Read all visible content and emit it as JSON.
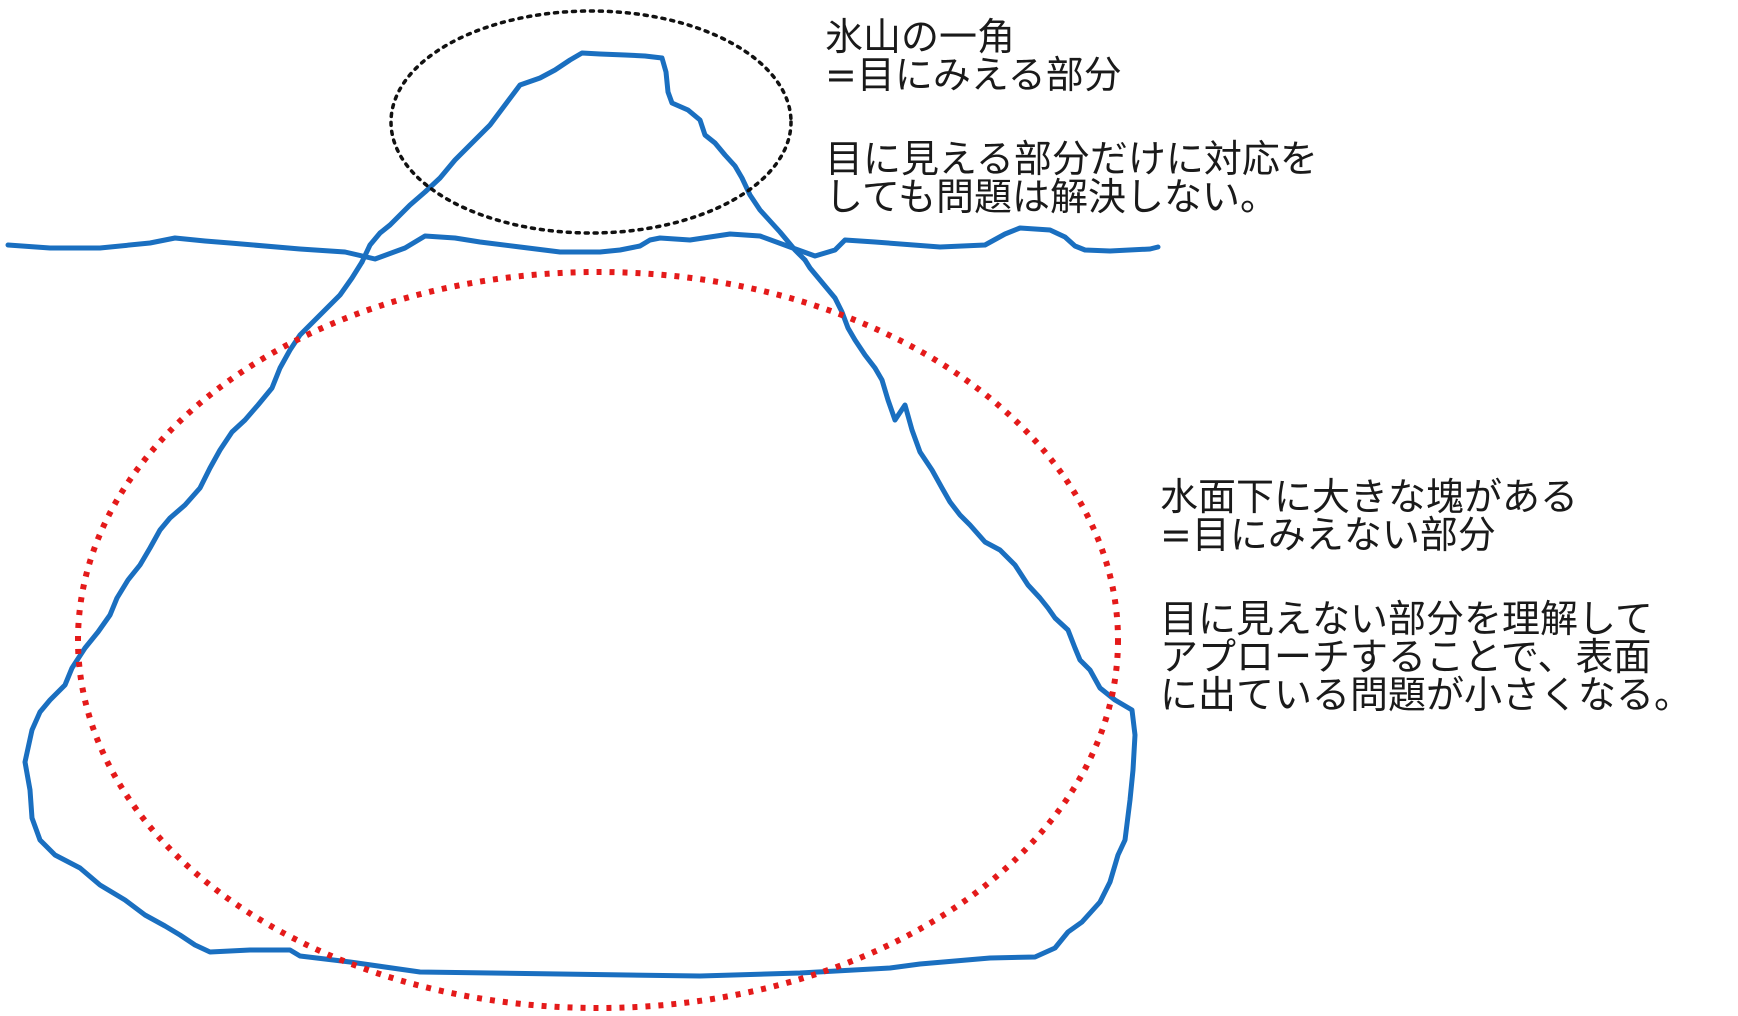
{
  "colors": {
    "iceberg_outline": "#1a6fc0",
    "visible_marker": "#111111",
    "hidden_marker": "#e41a1a",
    "text": "#1a1a1a",
    "background": "#ffffff"
  },
  "callouts": {
    "visible_part": {
      "heading": "氷山の一角",
      "subheading": "=目にみえる部分",
      "body_line_1": "目に見える部分だけに対応を",
      "body_line_2": "しても問題は解決しない。"
    },
    "hidden_part": {
      "heading": "水面下に大きな塊がある",
      "subheading": "=目にみえない部分",
      "body_line_1": "目に見えない部分を理解して",
      "body_line_2": "アプローチすることで、表面",
      "body_line_3": "に出ている問題が小さくなる。"
    }
  }
}
